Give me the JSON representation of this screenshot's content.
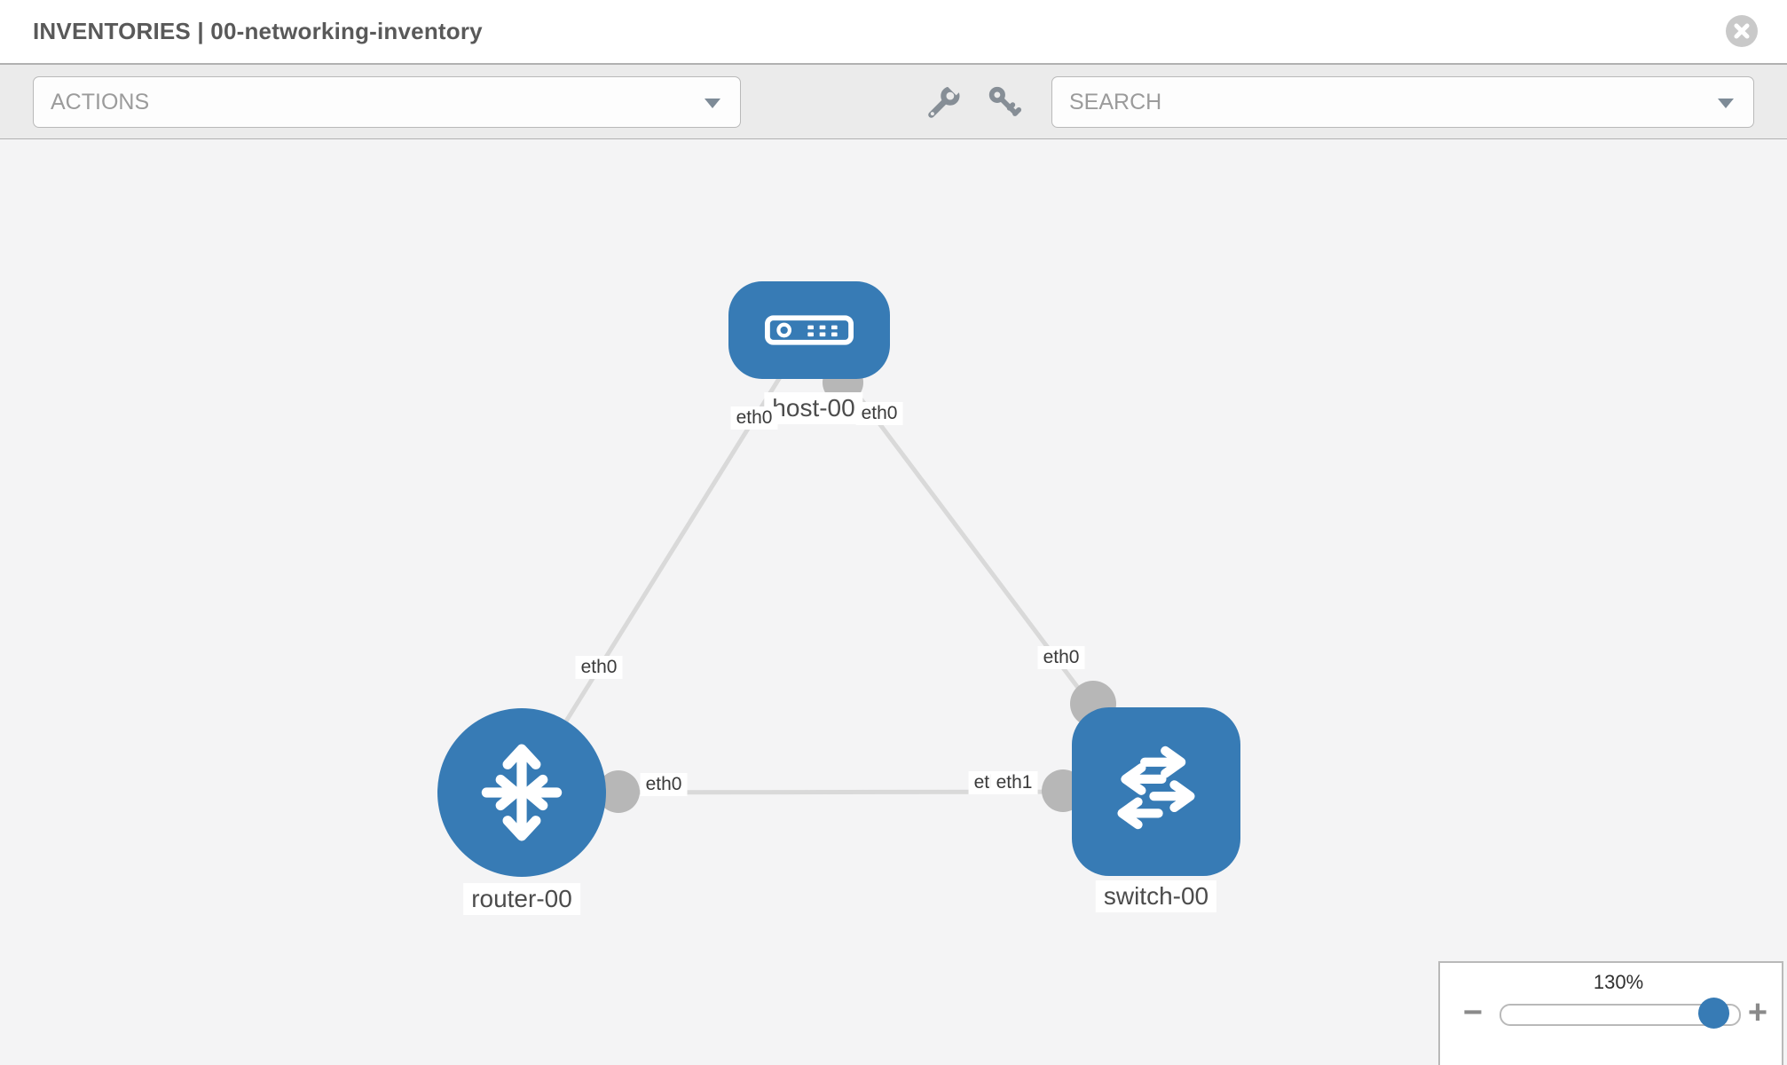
{
  "header": {
    "title": "INVENTORIES | 00-networking-inventory"
  },
  "toolbar": {
    "actions_placeholder": "ACTIONS",
    "search_placeholder": "SEARCH"
  },
  "icons": {
    "wrench": "wrench-icon",
    "key": "key-icon",
    "close": "close-icon",
    "caret": "chevron-down-icon"
  },
  "topology": {
    "nodes": [
      {
        "label": "host-00",
        "type": "host"
      },
      {
        "label": "router-00",
        "type": "router"
      },
      {
        "label": "switch-00",
        "type": "switch"
      }
    ],
    "links": [
      {
        "from": "router-00",
        "to": "host-00",
        "labels": [
          "eth0",
          "eth0"
        ]
      },
      {
        "from": "host-00",
        "to": "switch-00",
        "labels": [
          "eth0",
          "eth0"
        ]
      },
      {
        "from": "router-00",
        "to": "switch-00",
        "labels": [
          "eth0",
          "eth0",
          "eth1"
        ]
      }
    ]
  },
  "zoom_control": {
    "level": "130%",
    "minus_label": "−",
    "plus_label": "+"
  },
  "colors": {
    "node_blue": "#377bb5",
    "link_gray": "#d9d9d9",
    "interface_gray": "#b7b7b7",
    "canvas_bg": "#f4f4f5",
    "toolbar_bg": "#ebebeb"
  }
}
